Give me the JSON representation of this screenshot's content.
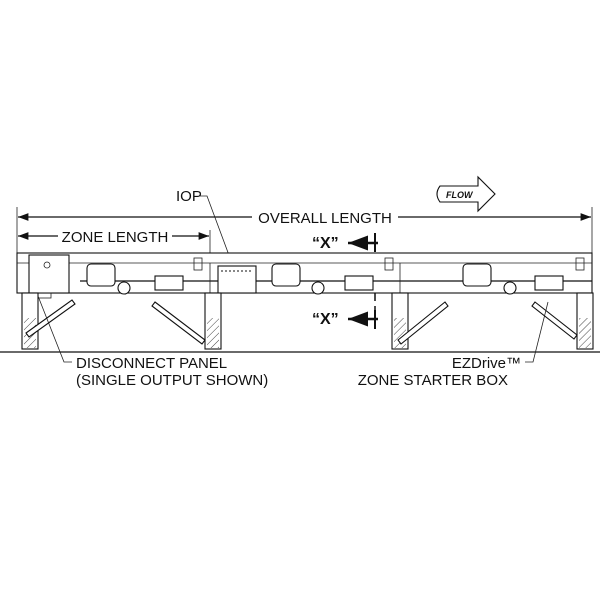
{
  "labels": {
    "flow": "FLOW",
    "overall_length": "OVERALL LENGTH",
    "zone_length": "ZONE LENGTH",
    "iop": "IOP",
    "section_x_top": "“X”",
    "section_x_bottom": "“X”",
    "disconnect_panel_line1": "DISCONNECT PANEL",
    "disconnect_panel_line2": "(SINGLE OUTPUT SHOWN)",
    "ezdrive_line1": "EZDrive™",
    "ezdrive_line2": "ZONE STARTER BOX"
  }
}
